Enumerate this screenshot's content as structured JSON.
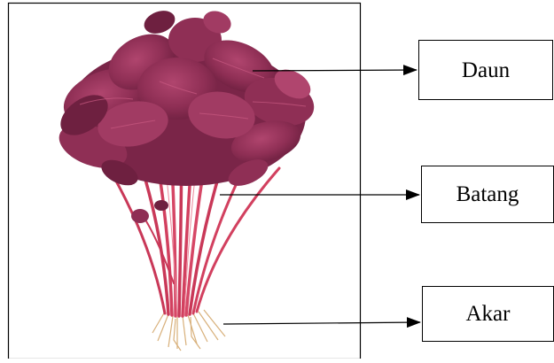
{
  "labels": {
    "leaf": "Daun",
    "stem": "Batang",
    "root": "Akar"
  },
  "colors": {
    "leaf_dark": "#6e2040",
    "leaf_mid": "#8f2f55",
    "leaf_light": "#b0456e",
    "stem": "#d2405f",
    "stem_highlight": "#ec8a9c",
    "root": "#d8b07a",
    "frame": "#000000",
    "background": "#ffffff"
  }
}
